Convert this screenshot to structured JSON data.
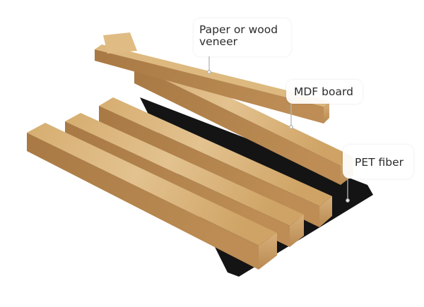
{
  "labels": {
    "veneer_line1": "Paper or wood",
    "veneer_line2": "veneer",
    "mdf": "MDF board",
    "pet": "PET fiber"
  },
  "colors": {
    "backing": "#141414",
    "wood_top": "#d4aa6a",
    "wood_light": "#e2c08c",
    "wood_side": "#b3824a",
    "wood_dark": "#95683a",
    "wood_end": "#caa06a",
    "pin": "#b0b0b0"
  }
}
